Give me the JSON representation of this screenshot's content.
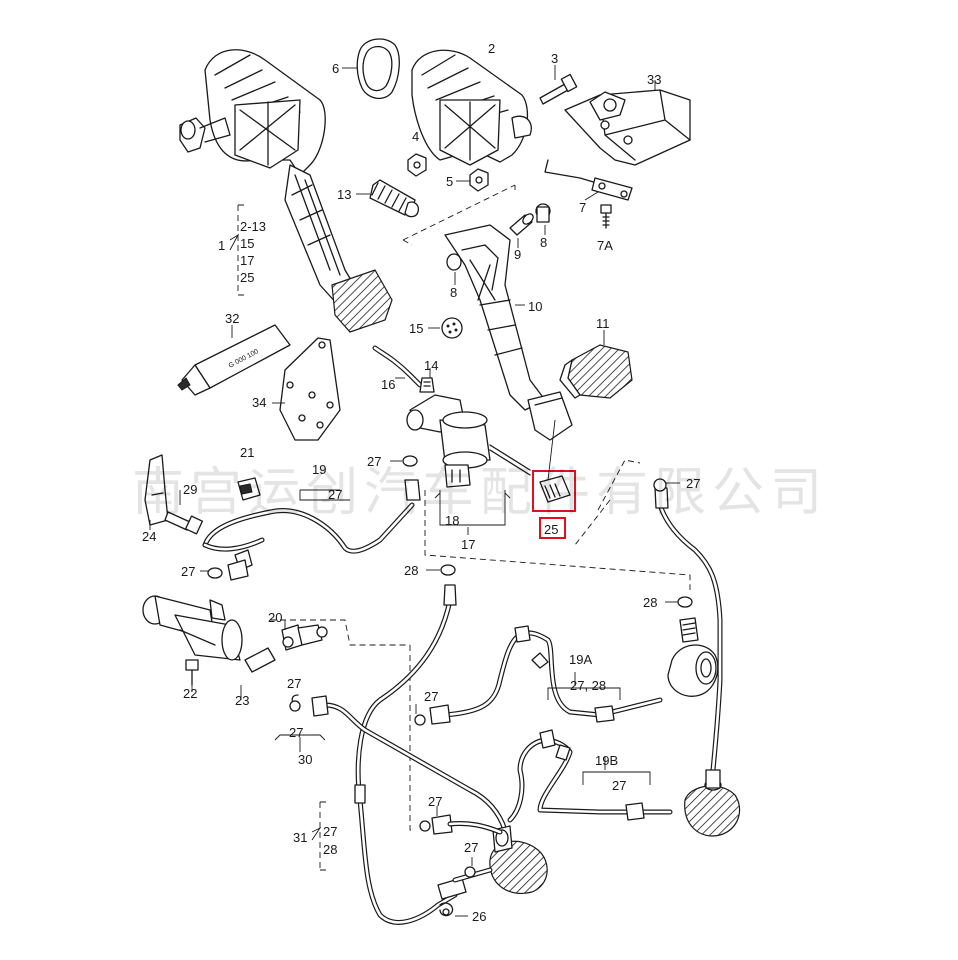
{
  "watermark": "南宫运创汽车配件有限公司",
  "highlight_color": "#e0101e",
  "labels": {
    "l1": "1",
    "l2_13": "2-13",
    "l1_15": "15",
    "l1_17": "17",
    "l1_25": "25",
    "l2": "2",
    "l3": "3",
    "l4": "4",
    "l5": "5",
    "l6": "6",
    "l7": "7",
    "l7a": "7A",
    "l8a": "8",
    "l8b": "8",
    "l9": "9",
    "l10": "10",
    "l11": "11",
    "l13": "13",
    "l14": "14",
    "l15": "15",
    "l16": "16",
    "l17": "17",
    "l18": "18",
    "l19": "19",
    "l19_27": "27",
    "l19a": "19A",
    "l19a_sub": "27, 28",
    "l19b": "19B",
    "l19b_27": "27",
    "l20": "20",
    "l21": "21",
    "l22": "22",
    "l23": "23",
    "l24": "24",
    "l25": "25",
    "l26": "26",
    "l27a": "27",
    "l27b": "27",
    "l27c": "27",
    "l27d": "27",
    "l27e": "27",
    "l27f": "27",
    "l27g": "27",
    "l28a": "28",
    "l28b": "28",
    "l29": "29",
    "l30": "30",
    "l30_27": "27",
    "l31": "31",
    "l31_27": "27",
    "l31_28": "28",
    "l32": "32",
    "l33": "33",
    "l34": "34",
    "tube_text": "G 000 100"
  }
}
